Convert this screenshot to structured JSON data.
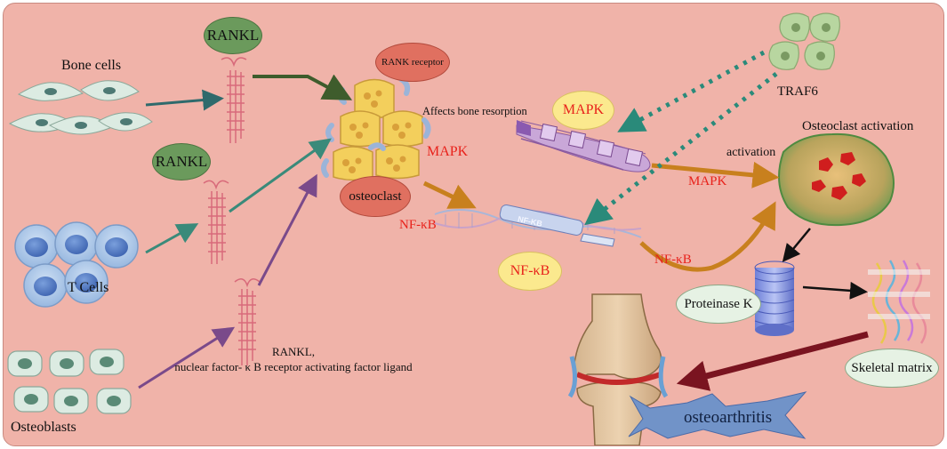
{
  "labels": {
    "bone_cells": "Bone cells",
    "t_cells": "T Cells",
    "osteoblasts": "Osteoblasts",
    "rankl_top": "RANKL",
    "rankl_mid": "RANKL",
    "rankl_note_line1": "RANKL,",
    "rankl_note_line2": "nuclear factor- κ B receptor activating factor ligand",
    "rank_receptor": "RANK receptor",
    "osteoclast": "osteoclast",
    "mapk_left": "MAPK",
    "nfkb_arrow": "NF-κB",
    "affects": "Affects bone resorption",
    "mapk_badge": "MAPK",
    "nfkb_badge": "NF-κB",
    "nfkb_on_dna": "NF-KB",
    "traf6": "TRAF6",
    "activation": "activation",
    "mapk_right": "MAPK",
    "osteoclast_activation": "Osteoclast activation",
    "nfkb_right": "NF-κB",
    "proteinase_k": "Proteinase K",
    "skeletal_matrix": "Skeletal matrix",
    "osteoarthritis": "osteoarthritis"
  },
  "colors": {
    "background": "#f0b3a9",
    "label_red": "#e8221b",
    "badge_green": "#6b9a5c",
    "badge_red": "#e07060",
    "badge_yellow": "#fbe98e",
    "arrow_dark_green": "#3e5c2c",
    "arrow_teal": "#2f6a6c",
    "arrow_purple": "#7a4a8a",
    "arrow_orange": "#c8801e",
    "arrow_dotted_teal": "#2a8a7a",
    "arrow_black": "#111111",
    "arrow_maroon": "#7a1420",
    "star_blue": "#7193c8"
  }
}
